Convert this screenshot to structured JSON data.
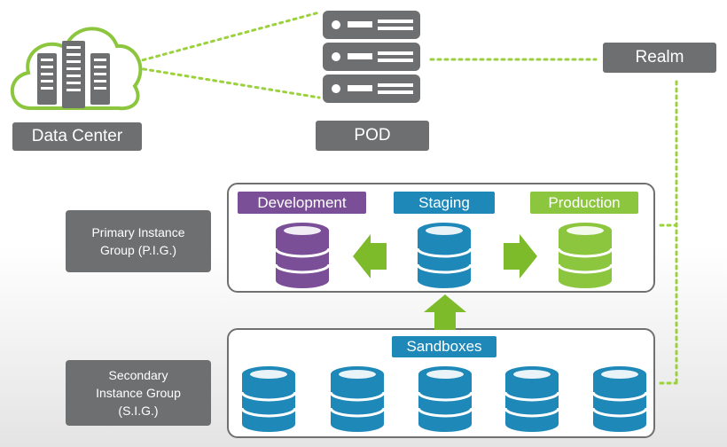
{
  "labels": {
    "data_center": "Data Center",
    "pod": "POD",
    "realm": "Realm",
    "pig": "Primary Instance\nGroup (P.I.G.)",
    "sig": "Secondary\nInstance Group\n(S.I.G.)"
  },
  "environments": {
    "development": "Development",
    "staging": "Staging",
    "production": "Production",
    "sandboxes": "Sandboxes"
  },
  "icons": {
    "cloud": "cloud-datacenter-icon",
    "server": "server-rack-icon",
    "database": "database-icon",
    "arrow": "arrow-icon"
  },
  "colors": {
    "label_gray": "#6e6f70",
    "dotted_green": "#8cc63f",
    "development": "#7a4f97",
    "staging": "#1e88b8",
    "production": "#8cc63f",
    "arrow_green": "#7dbb2a"
  }
}
